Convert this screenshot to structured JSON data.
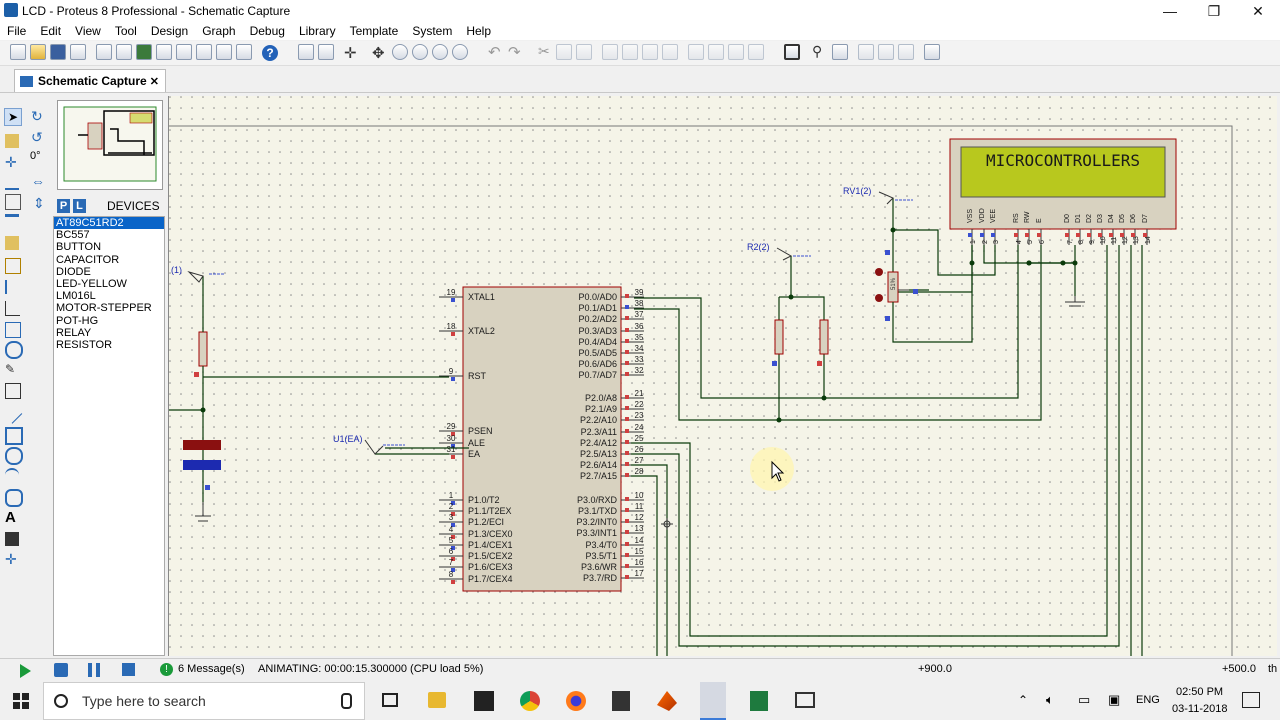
{
  "window": {
    "title": "LCD - Proteus 8 Professional - Schematic Capture"
  },
  "menu": [
    "File",
    "Edit",
    "View",
    "Tool",
    "Design",
    "Graph",
    "Debug",
    "Library",
    "Template",
    "System",
    "Help"
  ],
  "tab": {
    "label": "Schematic Capture",
    "close": "✕"
  },
  "rotation": "0°",
  "devices": {
    "header": "DEVICES",
    "p_label": "P",
    "l_label": "L",
    "selected": "AT89C51RD2",
    "items": [
      "AT89C51RD2",
      "BC557",
      "BUTTON",
      "CAPACITOR",
      "DIODE",
      "LED-YELLOW",
      "LM016L",
      "MOTOR-STEPPER",
      "POT-HG",
      "RELAY",
      "RESISTOR"
    ]
  },
  "schematic": {
    "lcd_text": "MICROCONTROLLERS",
    "lcd_pins": [
      "VSS",
      "VDD",
      "VEE",
      "RS",
      "RW",
      "E",
      "D0",
      "D1",
      "D2",
      "D3",
      "D4",
      "D5",
      "D6",
      "D7"
    ],
    "lcd_pin_numbers": [
      "1",
      "2",
      "3",
      "4",
      "5",
      "6",
      "7",
      "8",
      "9",
      "10",
      "11",
      "12",
      "13",
      "14"
    ],
    "labels": {
      "rv1": "RV1(2)",
      "r2": "R2(2)",
      "u1ea": "U1(EA)",
      "left": "(1)",
      "pot_value": "51%"
    },
    "mcu_left_pins": [
      {
        "num": "19",
        "name": "XTAL1"
      },
      {
        "num": "18",
        "name": "XTAL2"
      },
      {
        "num": "9",
        "name": "RST"
      },
      {
        "num": "29",
        "name": "PSEN"
      },
      {
        "num": "30",
        "name": "ALE"
      },
      {
        "num": "31",
        "name": "EA"
      },
      {
        "num": "1",
        "name": "P1.0/T2"
      },
      {
        "num": "2",
        "name": "P1.1/T2EX"
      },
      {
        "num": "3",
        "name": "P1.2/ECI"
      },
      {
        "num": "4",
        "name": "P1.3/CEX0"
      },
      {
        "num": "5",
        "name": "P1.4/CEX1"
      },
      {
        "num": "6",
        "name": "P1.5/CEX2"
      },
      {
        "num": "7",
        "name": "P1.6/CEX3"
      },
      {
        "num": "8",
        "name": "P1.7/CEX4"
      }
    ],
    "mcu_right_pins": [
      {
        "num": "39",
        "name": "P0.0/AD0"
      },
      {
        "num": "38",
        "name": "P0.1/AD1"
      },
      {
        "num": "37",
        "name": "P0.2/AD2"
      },
      {
        "num": "36",
        "name": "P0.3/AD3"
      },
      {
        "num": "35",
        "name": "P0.4/AD4"
      },
      {
        "num": "34",
        "name": "P0.5/AD5"
      },
      {
        "num": "33",
        "name": "P0.6/AD6"
      },
      {
        "num": "32",
        "name": "P0.7/AD7"
      },
      {
        "num": "21",
        "name": "P2.0/A8"
      },
      {
        "num": "22",
        "name": "P2.1/A9"
      },
      {
        "num": "23",
        "name": "P2.2/A10"
      },
      {
        "num": "24",
        "name": "P2.3/A11"
      },
      {
        "num": "25",
        "name": "P2.4/A12"
      },
      {
        "num": "26",
        "name": "P2.5/A13"
      },
      {
        "num": "27",
        "name": "P2.6/A14"
      },
      {
        "num": "28",
        "name": "P2.7/A15"
      },
      {
        "num": "10",
        "name": "P3.0/RXD"
      },
      {
        "num": "11",
        "name": "P3.1/TXD"
      },
      {
        "num": "12",
        "name": "P3.2/INT0"
      },
      {
        "num": "13",
        "name": "P3.3/INT1"
      },
      {
        "num": "14",
        "name": "P3.4/T0"
      },
      {
        "num": "15",
        "name": "P3.5/T1"
      },
      {
        "num": "16",
        "name": "P3.6/WR"
      },
      {
        "num": "17",
        "name": "P3.7/RD"
      }
    ]
  },
  "status": {
    "messages": "6 Message(s)",
    "animating": "ANIMATING: 00:00:15.300000 (CPU load 5%)",
    "coord_x": "+900.0",
    "coord_y": "+500.0",
    "unit": "th"
  },
  "taskbar": {
    "search_placeholder": "Type here to search",
    "lang": "ENG",
    "time": "02:50 PM",
    "date": "03-11-2018"
  },
  "colors": {
    "accent": "#0a64c8",
    "pcb_bg": "#f5f4e8",
    "lcd_green": "#b8c81e",
    "wire": "#0a4a0a",
    "component": "#a00000"
  }
}
